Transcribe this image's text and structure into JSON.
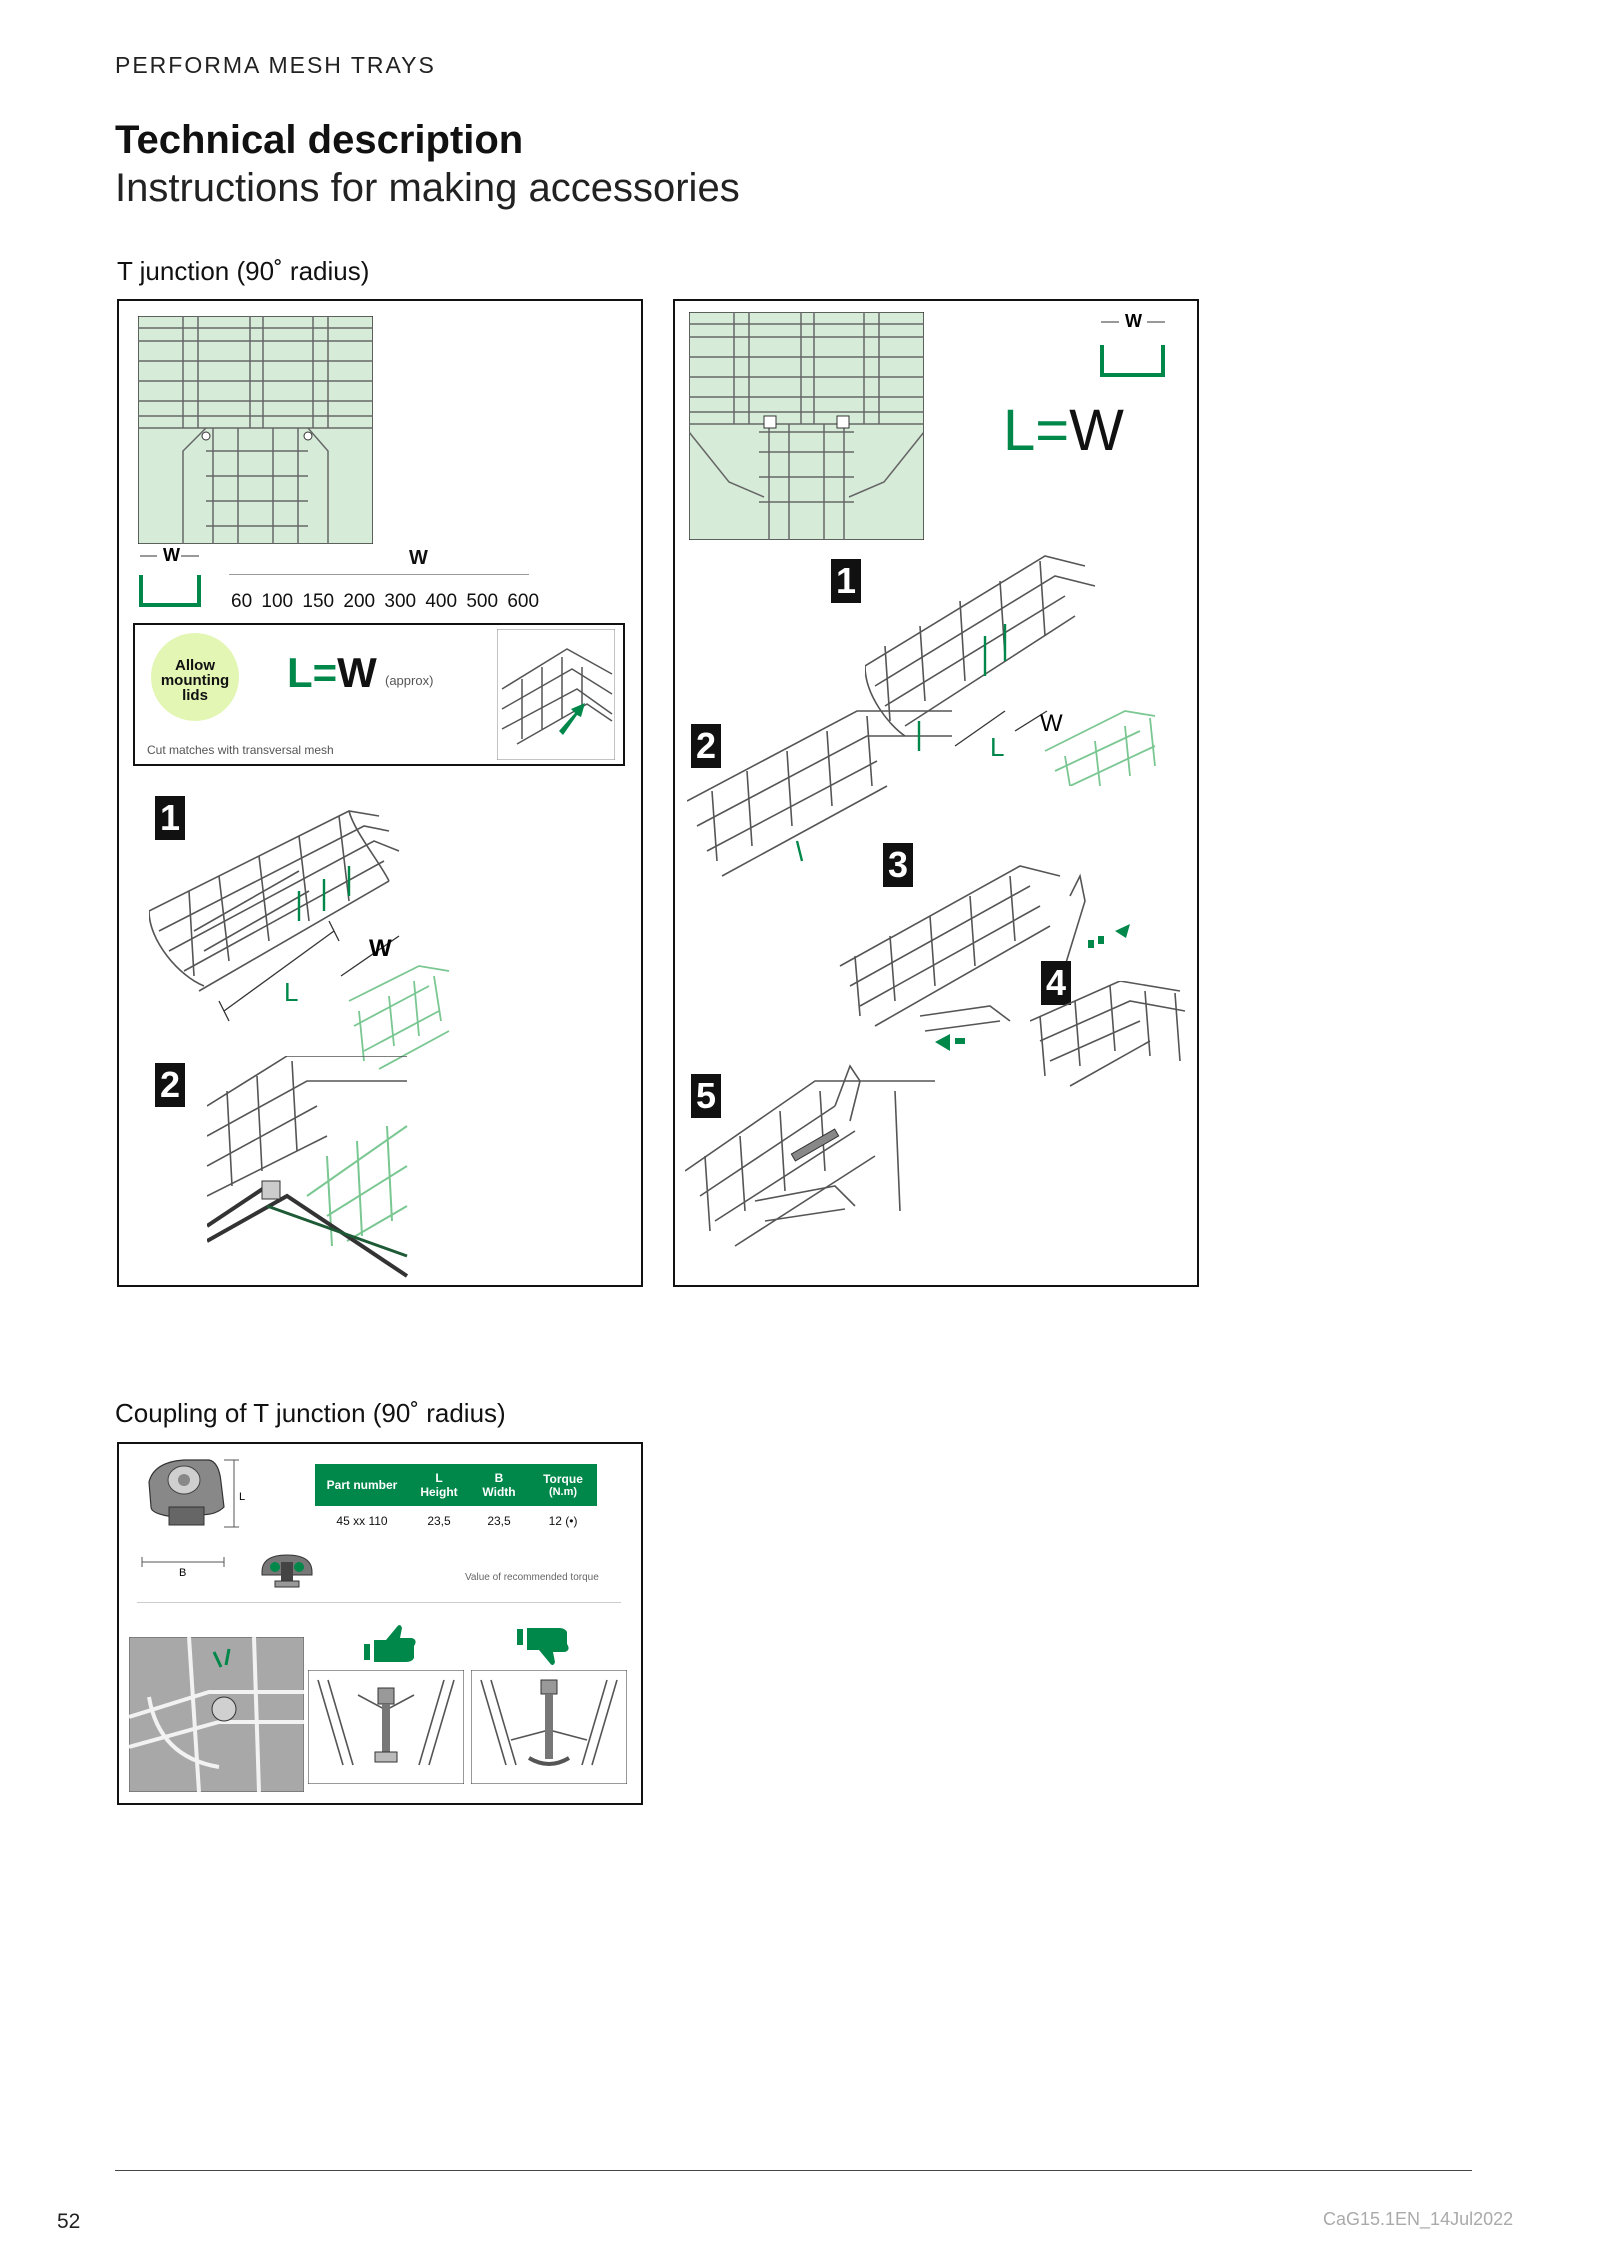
{
  "header": {
    "section": "PERFORMA MESH TRAYS",
    "title": "Technical description",
    "subtitle": "Instructions for making accessories"
  },
  "tjunction": {
    "heading": "T junction (90˚ radius)",
    "width_label": "W",
    "width_scale_label": "W",
    "width_values": [
      "60",
      "100",
      "150",
      "200",
      "300",
      "400",
      "500",
      "600"
    ],
    "badge_text": [
      "Allow",
      "mounting",
      "lids"
    ],
    "formula_main": "L=W",
    "formula_note": "(approx)",
    "cut_note": "Cut matches with transversal mesh",
    "left_steps": [
      "1",
      "2"
    ],
    "dim_L": "L",
    "dim_W": "W",
    "right_formula_L": "L=",
    "right_formula_W": "W",
    "right_steps": [
      "1",
      "2",
      "3",
      "4",
      "5"
    ],
    "colors": {
      "green": "#00874a",
      "light_green_bg": "#d6ecd9",
      "badge_bg": "#e3f6b4"
    }
  },
  "coupling": {
    "heading": "Coupling of T junction (90˚ radius)",
    "dim_L": "L",
    "dim_B": "B",
    "table": {
      "headers": [
        {
          "top": "",
          "bottom": "Part number"
        },
        {
          "top": "L",
          "bottom": "Height"
        },
        {
          "top": "B",
          "bottom": "Width"
        },
        {
          "top": "Torque",
          "bottom": "(N.m)"
        }
      ],
      "row": [
        "45 xx 110",
        "23,5",
        "23,5",
        "12 (•)"
      ],
      "note": "Value of recommended torque"
    }
  },
  "footer": {
    "page_number": "52",
    "doc_ref": "CaG15.1EN_14Jul2022"
  }
}
